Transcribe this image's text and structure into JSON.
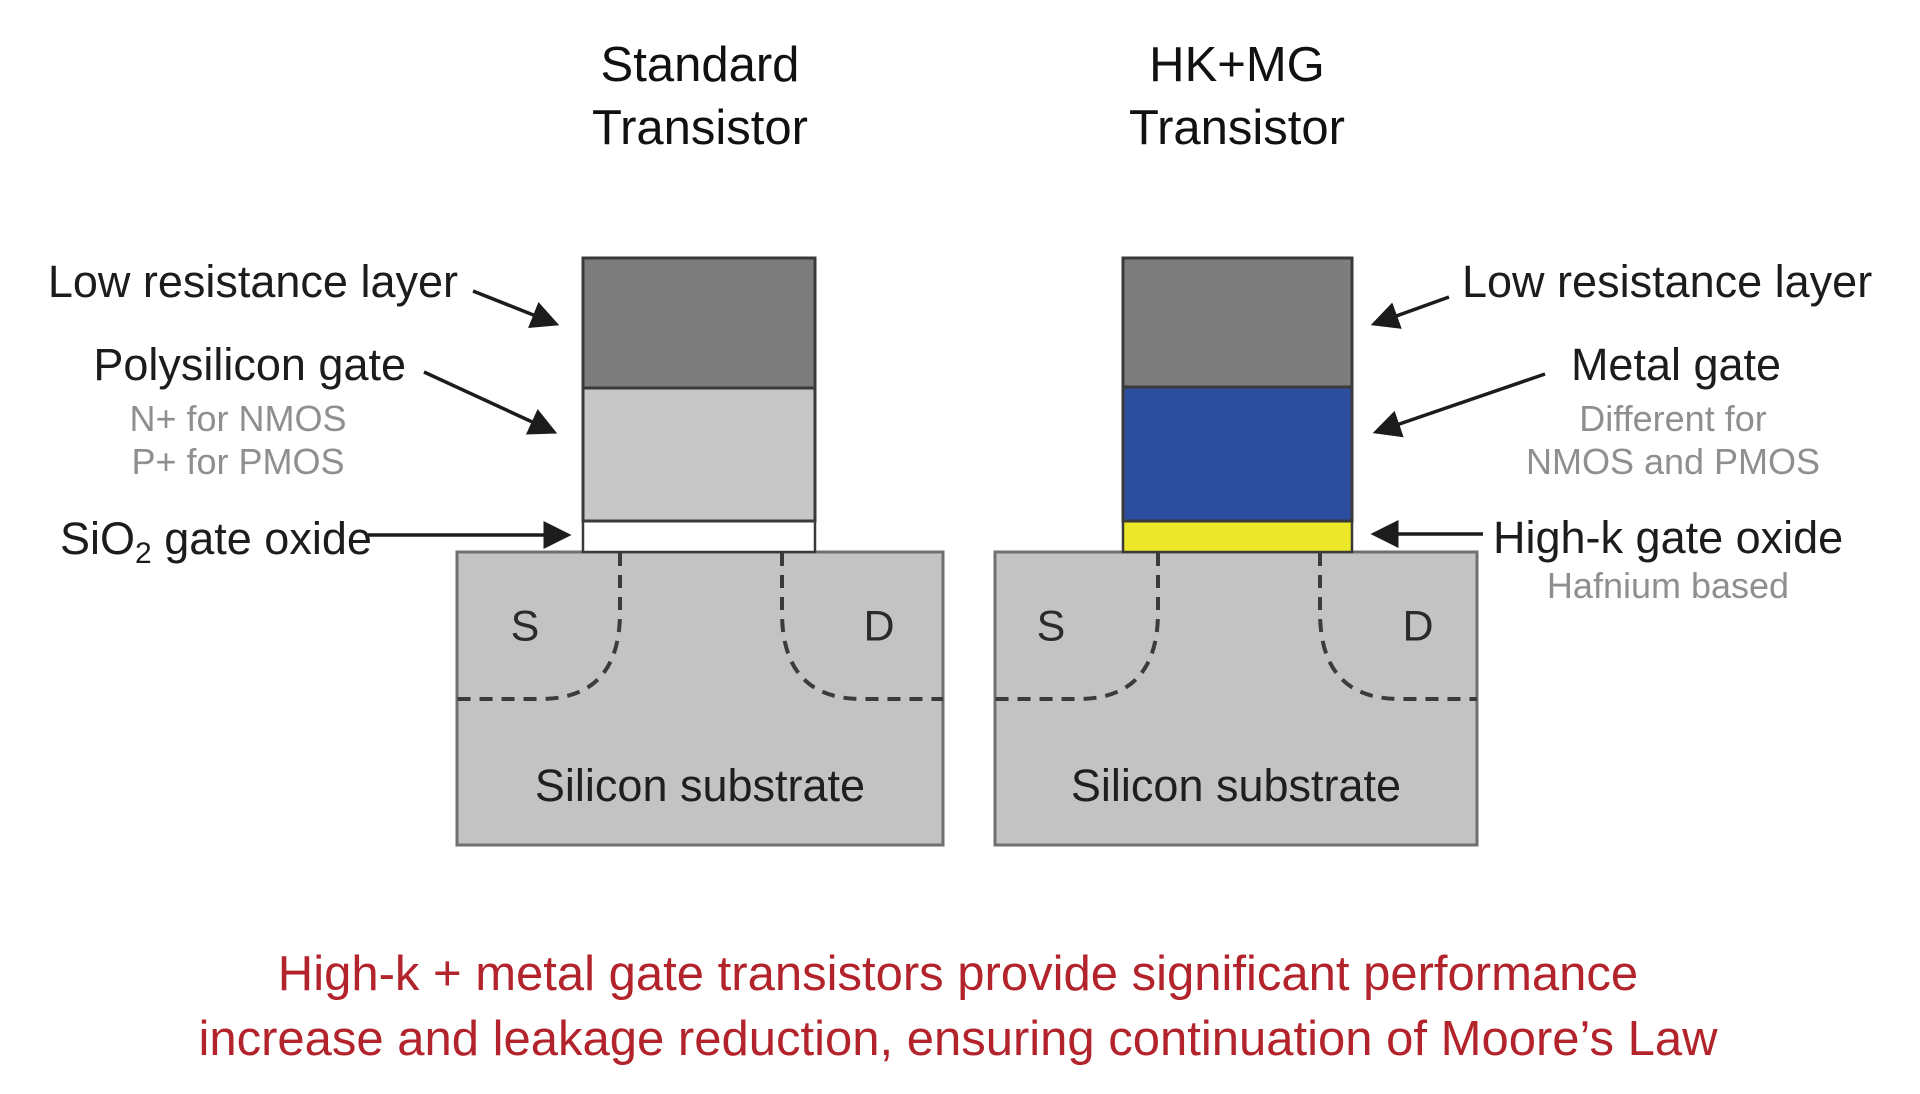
{
  "titles": {
    "left": [
      "Standard",
      "Transistor"
    ],
    "right": [
      "HK+MG",
      "Transistor"
    ]
  },
  "left_labels": {
    "low_resistance": "Low resistance layer",
    "polysilicon": "Polysilicon gate",
    "poly_sub1": "N+ for NMOS",
    "poly_sub2": "P+ for PMOS",
    "oxide_prefix": "SiO",
    "oxide_sub": "2",
    "oxide_suffix": " gate oxide"
  },
  "right_labels": {
    "low_resistance": "Low resistance layer",
    "metal_gate": "Metal gate",
    "metal_sub1": "Different for",
    "metal_sub2": "NMOS and PMOS",
    "highk": "High-k gate oxide",
    "highk_sub": "Hafnium based"
  },
  "transistors": {
    "left": {
      "source": "S",
      "drain": "D",
      "substrate": "Silicon substrate"
    },
    "right": {
      "source": "S",
      "drain": "D",
      "substrate": "Silicon substrate"
    }
  },
  "caption": {
    "line1": "High-k + metal gate transistors provide significant performance",
    "line2": "increase and leakage reduction, ensuring continuation of Moore’s Law",
    "color": "#b3232b"
  },
  "colors": {
    "low_resistance_layer": "#7d7d7d",
    "polysilicon_gate": "#c7c7c7",
    "sio2_oxide": "#ffffff",
    "metal_gate_blue": "#2d4d9f",
    "highk_yellow": "#ece728",
    "substrate": "#c3c3c3",
    "outline_dark": "#3a3a3a",
    "substrate_outline": "#707070",
    "arrow": "#1c1c1c"
  }
}
